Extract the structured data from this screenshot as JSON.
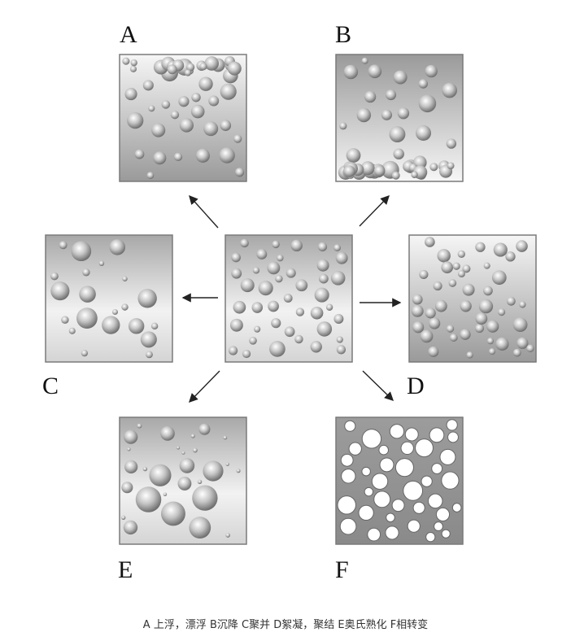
{
  "panels": [
    {
      "id": "A",
      "label": "A",
      "mode": "cream"
    },
    {
      "id": "B",
      "label": "B",
      "mode": "sediment"
    },
    {
      "id": "C",
      "label": "C",
      "mode": "coalesce"
    },
    {
      "id": "D",
      "label": "D",
      "mode": "flocculate"
    },
    {
      "id": "E",
      "label": "E",
      "mode": "ostwald"
    },
    {
      "id": "F",
      "label": "F",
      "mode": "inversion"
    },
    {
      "id": "center",
      "label": "",
      "mode": "uniform"
    }
  ],
  "caption": "A 上浮，漂浮   B沉降   C聚并   D絮凝，聚结   E奥氏熟化   F相转变",
  "colors": {
    "frame": "#7a7a7a",
    "arrow": "#222222",
    "label": "#111111"
  }
}
